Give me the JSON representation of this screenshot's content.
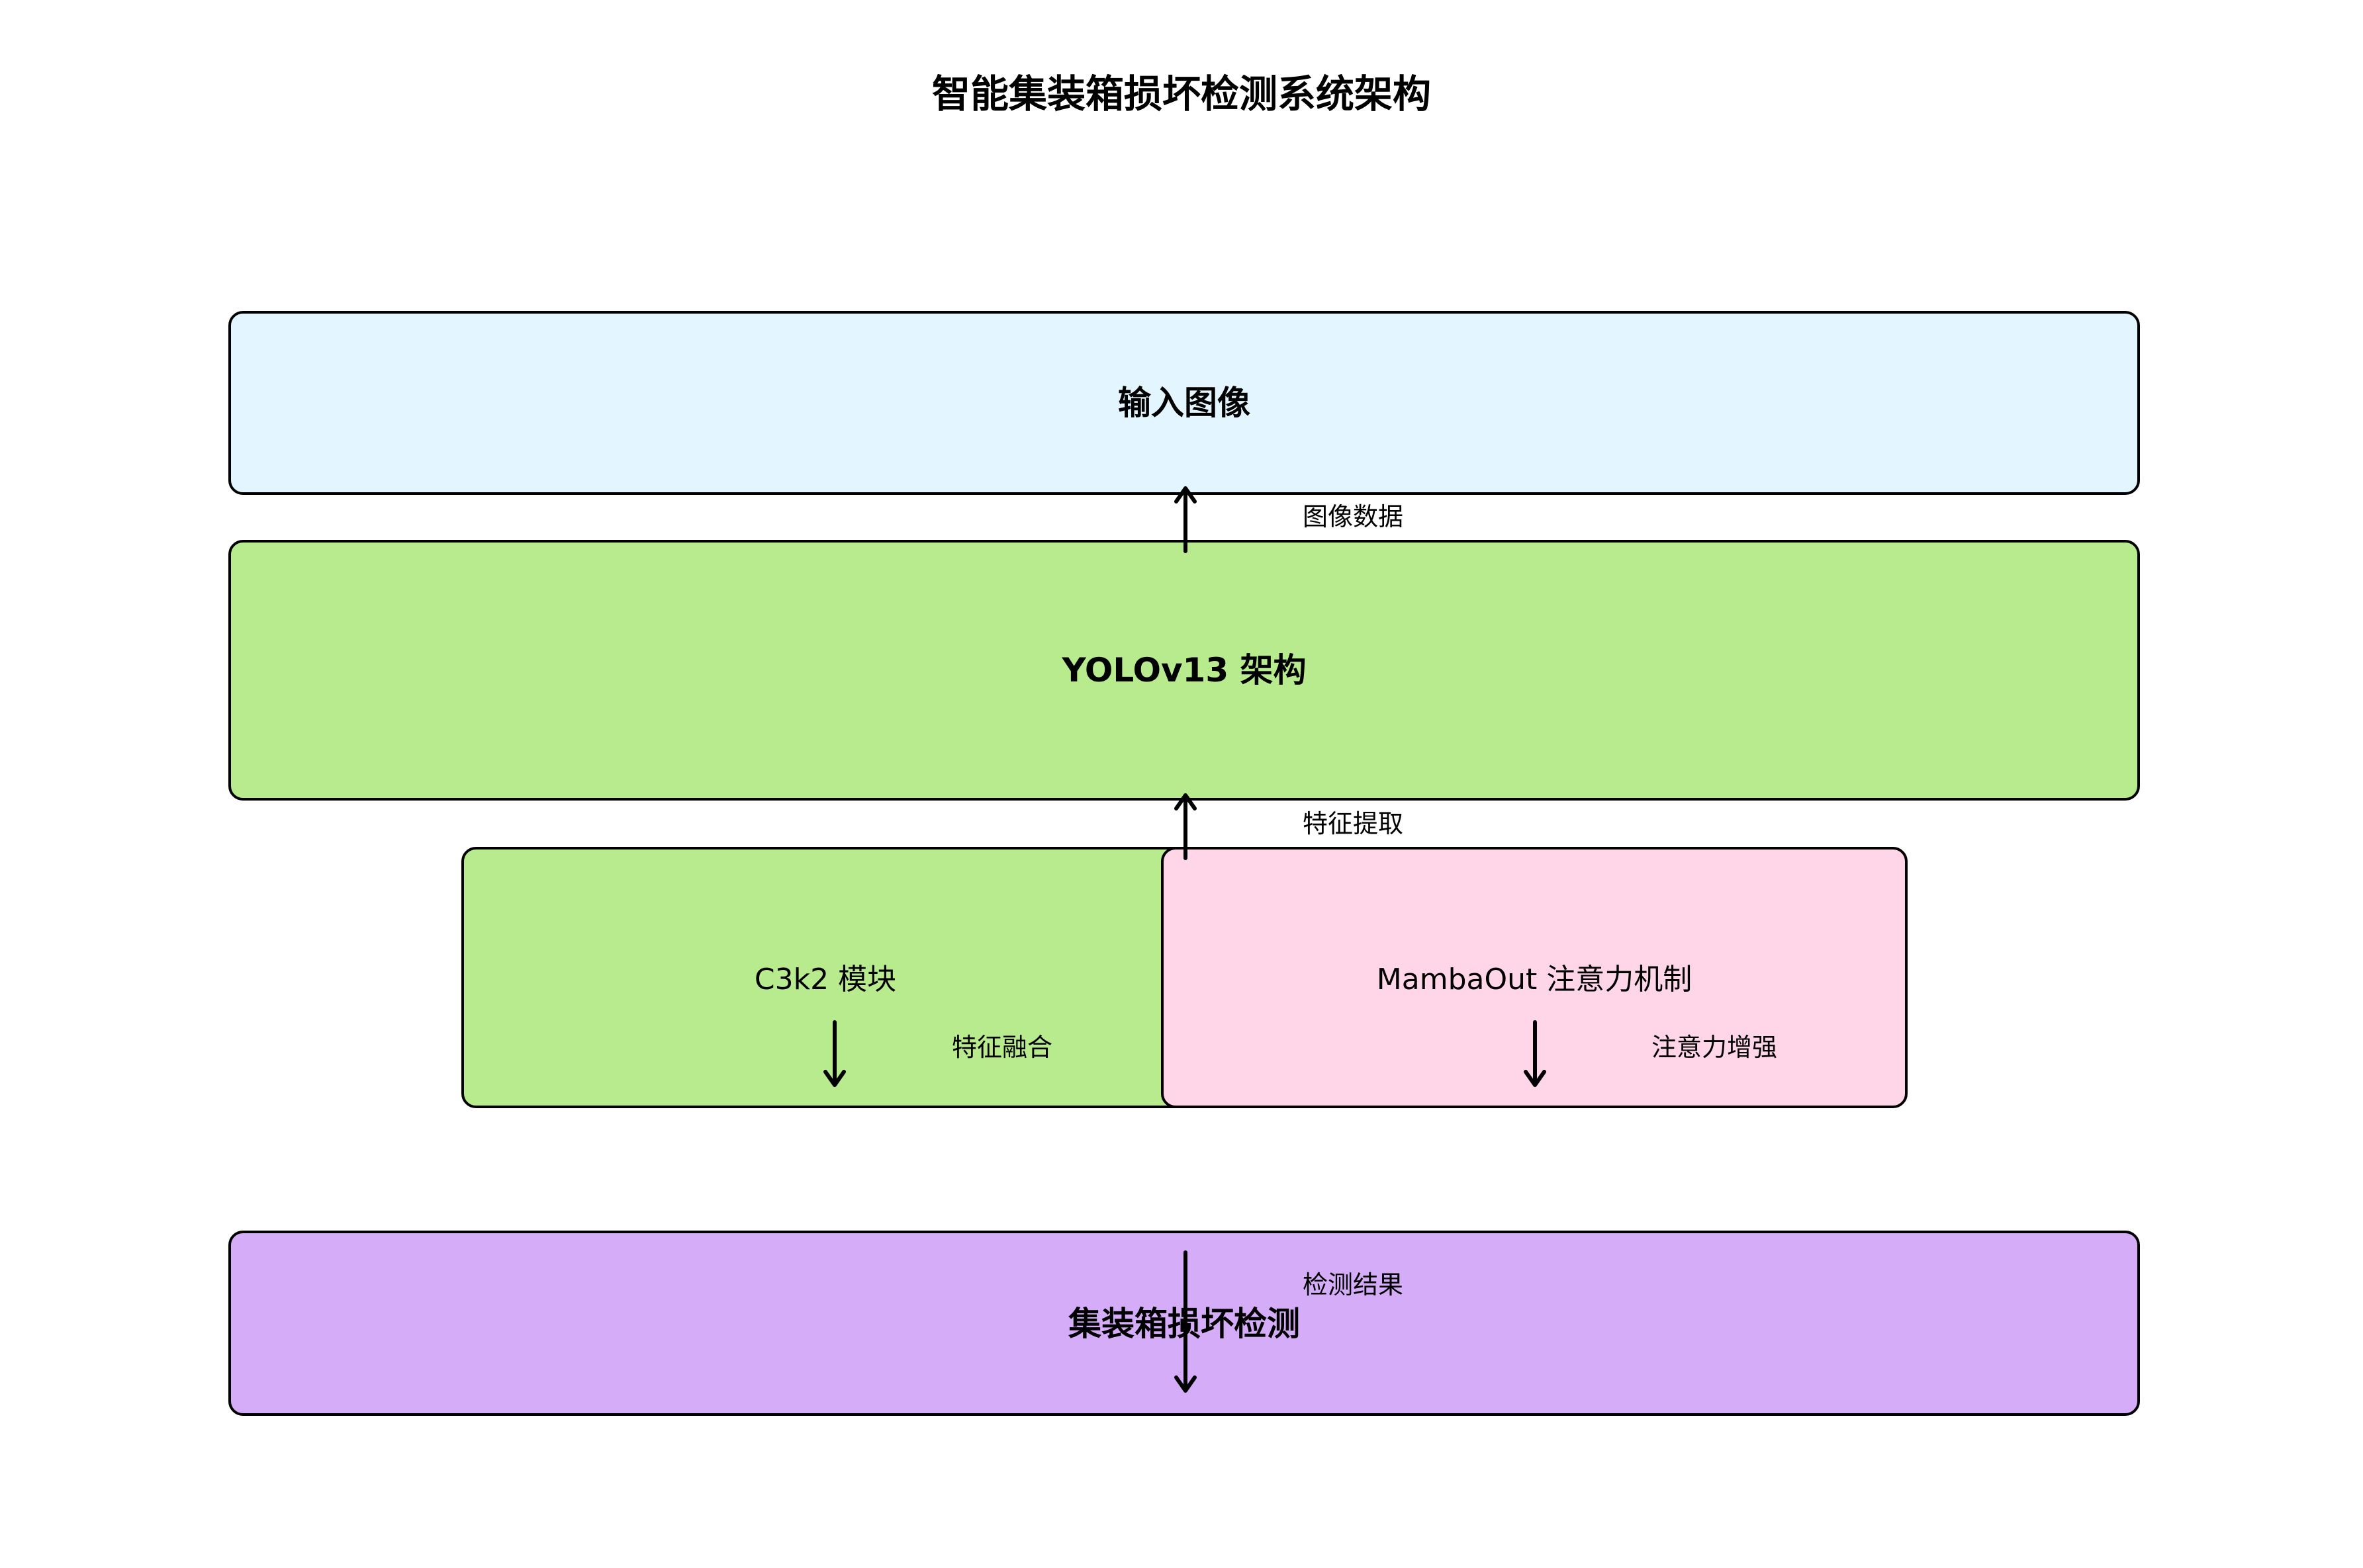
{
  "title": "智能集装箱损坏检测系统架构",
  "nodes": {
    "input": {
      "label": "输入图像",
      "color": "#e3f6ff"
    },
    "yolo": {
      "label": "YOLOv13 架构",
      "color": "#b8eb8d"
    },
    "c3k2": {
      "label": "C3k2 模块",
      "color": "#b8eb8d"
    },
    "mamba": {
      "label": "MambaOut 注意力机制",
      "color": "#ffd6e7"
    },
    "output": {
      "label": "集装箱损坏检测",
      "color": "#d4acf7"
    }
  },
  "edges": {
    "image_data": "图像数据",
    "feature_extraction": "特征提取",
    "feature_fusion": "特征融合",
    "attention_enhance": "注意力增强",
    "detection_result": "检测结果"
  }
}
